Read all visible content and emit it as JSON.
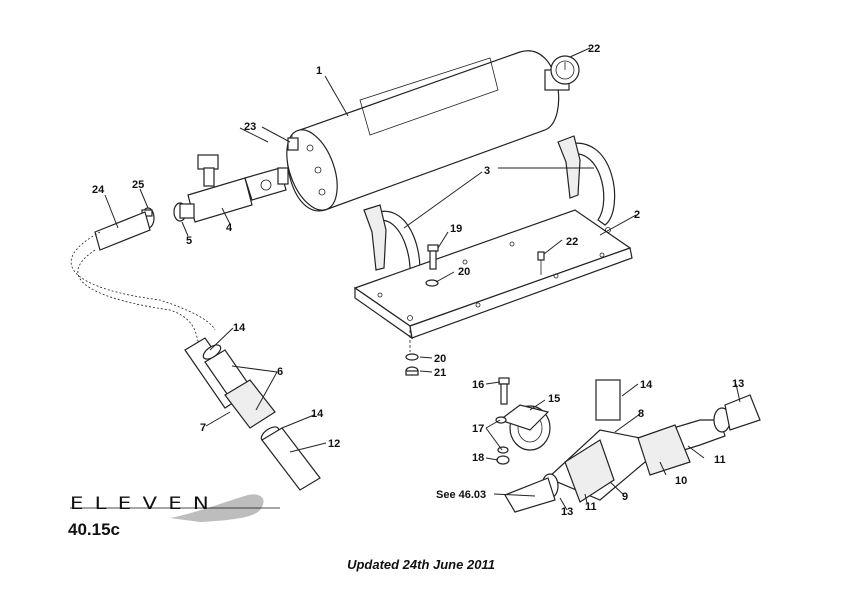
{
  "labels": {
    "p1": "1",
    "p2": "2",
    "p3": "3",
    "p4": "4",
    "p5": "5",
    "p6": "6",
    "p7": "7",
    "p8": "8",
    "p9": "9",
    "p10": "10",
    "p11a": "11",
    "p11b": "11",
    "p12": "12",
    "p13a": "13",
    "p13b": "13",
    "p14a": "14",
    "p14b": "14",
    "p14c": "14",
    "p15": "15",
    "p16": "16",
    "p17": "17",
    "p18": "18",
    "p19": "19",
    "p20a": "20",
    "p20b": "20",
    "p21": "21",
    "p22a": "22",
    "p22b": "22",
    "p23": "23",
    "p24": "24",
    "p25": "25",
    "see": "See 46.03"
  },
  "brand": {
    "logo_text": "ELEVEN"
  },
  "page_code": "40.15c",
  "updated": "Updated 24th June 2011"
}
